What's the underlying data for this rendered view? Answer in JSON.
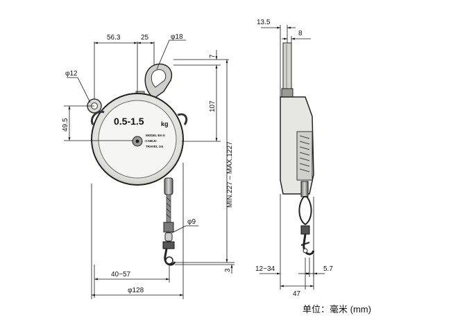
{
  "front_view": {
    "label_main": "0.5-1.5",
    "label_kg": "kg",
    "label_model": "MODEL EK-0",
    "label_cable": "-CABLE-",
    "label_travel": "TRAVEL 1m"
  },
  "dims": {
    "d_56_3": "56.3",
    "d_25": "25",
    "d_phi18": "φ18",
    "d_phi12": "φ12",
    "d_49_5": "49.5",
    "d_7": "7",
    "d_107": "107",
    "d_min_max": "MIN.227 – MAX.1227",
    "d_phi9": "φ9",
    "d_3": "3",
    "d_40_57": "40~57",
    "d_phi128": "φ128",
    "d_13_5": "13.5",
    "d_8": "8",
    "d_12_34": "12~34",
    "d_5_7": "5.7",
    "d_47": "47"
  },
  "unit_label": "单位：毫米 (mm)"
}
